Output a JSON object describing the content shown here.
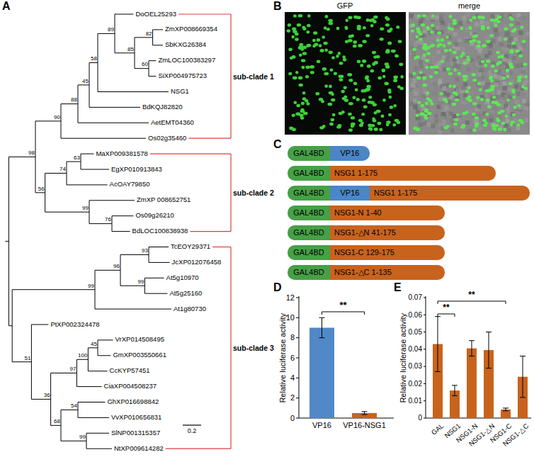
{
  "diagram": {
    "nodes": [
      {
        "text": [
          "GAL4BD"
        ]
      },
      {
        "text": [
          "VP16"
        ]
      },
      {
        "text": [
          "GAL4BD"
        ]
      },
      {
        "text": [
          "NSG1 1-175"
        ]
      },
      {
        "text": [
          "GAL4BD"
        ]
      },
      {
        "text": [
          "VP16"
        ]
      },
      {
        "text": [
          "NSG1 1-175"
        ]
      },
      {
        "text": [
          "GAL4BD"
        ]
      },
      {
        "text": [
          "NSG1-N 1-40"
        ]
      },
      {
        "text": [
          "GAL4BD"
        ]
      },
      {
        "text": [
          "NSG1-△N 41-175"
        ]
      },
      {
        "text": [
          "GAL4BD"
        ]
      },
      {
        "text": [
          "NSG1-C 129-175"
        ]
      },
      {
        "text": [
          "GAL4BD"
        ]
      },
      {
        "text": [
          "NSG1-△C 1-135"
        ]
      }
    ],
    "labels": [
      "A",
      "DoOEL25293",
      "ZmXP008669354",
      "SbKXG26384",
      "ZmLOC100383297",
      "SiXP004975723",
      "NSG1",
      "BdKQJ82820",
      "AetEMT04360",
      "Os02g35460",
      "MaXP009381578",
      "EgXP010913843",
      "AcOAY79850",
      "ZmXP 008652751",
      "Os09g26210",
      "BdLOC100838938",
      "TcEOY29371",
      "JcXP012076458",
      "At5g10970",
      "At5g25160",
      "At1g80730",
      "PtXP002324478",
      "VrXP014508495",
      "GmXP003550661",
      "CcKYP57451",
      "CiaXP004508237",
      "GhXP016698842",
      "VvXP010656831",
      "SlNP001315357",
      "NtXP009614282",
      "89",
      "85",
      "82",
      "60",
      "58",
      "45",
      "88",
      "90",
      "98",
      "63",
      "74",
      "56",
      "99",
      "76",
      "93",
      "96",
      "99",
      "99",
      "51",
      "45",
      "100",
      "97",
      "54",
      "36",
      "68",
      "99",
      "sub-clade 1",
      "sub-clade 2",
      "sub-clade 3",
      "0.2",
      "B",
      "GFP",
      "merge",
      "C",
      "D",
      "0",
      "2",
      "4",
      "6",
      "8",
      "10",
      "12",
      "Relative luciferase activity",
      "**",
      "VP16",
      "VP16-NSG1",
      "E",
      "0",
      "0.01",
      "0.02",
      "0.03",
      "0.04",
      "0.05",
      "0.06",
      "0.07",
      "Relative luciferase activity",
      "**",
      "**",
      "GAL",
      "NSG1",
      "NSG1-N",
      "NSG1-△N",
      "NSG1-C",
      "NSG1-△C"
    ]
  }
}
